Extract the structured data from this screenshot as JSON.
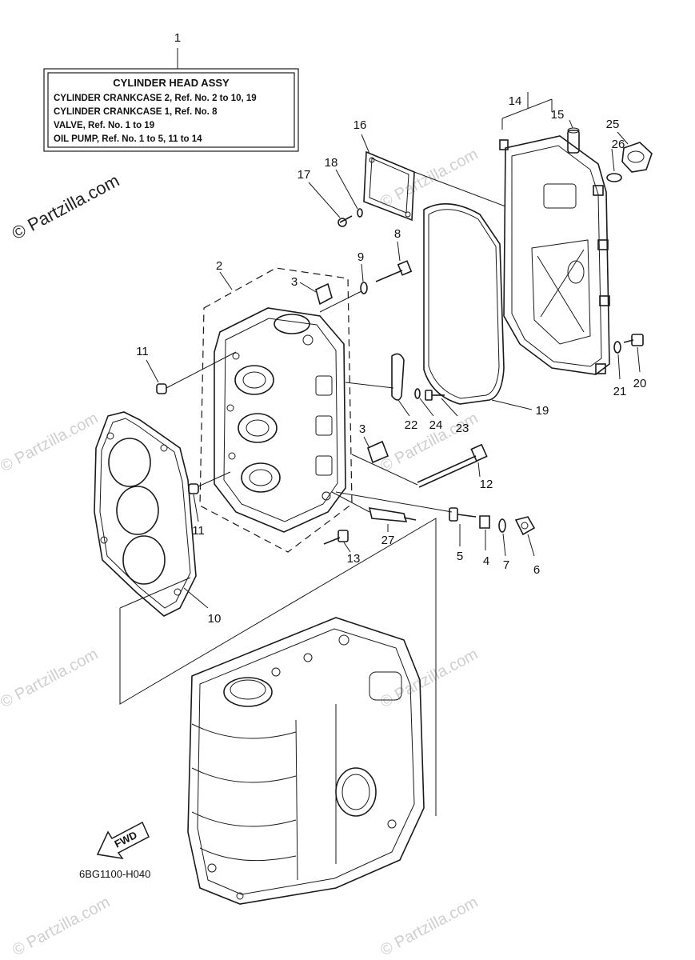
{
  "assembly_box": {
    "ref": "1",
    "title": "CYLINDER HEAD ASSY",
    "notes": [
      "CYLINDER CRANKCASE 2,  Ref. No. 2 to 10, 19",
      "CYLINDER CRANKCASE 1,  Ref. No. 8",
      "VALVE,  Ref. No. 1 to 19",
      "OIL PUMP,  Ref. No. 1 to 5, 11 to 14"
    ]
  },
  "callouts": {
    "c2": "2",
    "c3a": "3",
    "c3b": "3",
    "c4": "4",
    "c5": "5",
    "c6": "6",
    "c7": "7",
    "c8": "8",
    "c9": "9",
    "c10": "10",
    "c11a": "11",
    "c11b": "11",
    "c12": "12",
    "c13": "13",
    "c14": "14",
    "c15": "15",
    "c16": "16",
    "c17": "17",
    "c18": "18",
    "c19": "19",
    "c20": "20",
    "c21": "21",
    "c22": "22",
    "c23": "23",
    "c24": "24",
    "c25": "25",
    "c26": "26",
    "c27": "27"
  },
  "fwd_label": "FWD",
  "diagram_code": "6BG1100-H040",
  "watermark": {
    "main": "© Partzilla.com",
    "repeat": "© Partzilla.com"
  }
}
